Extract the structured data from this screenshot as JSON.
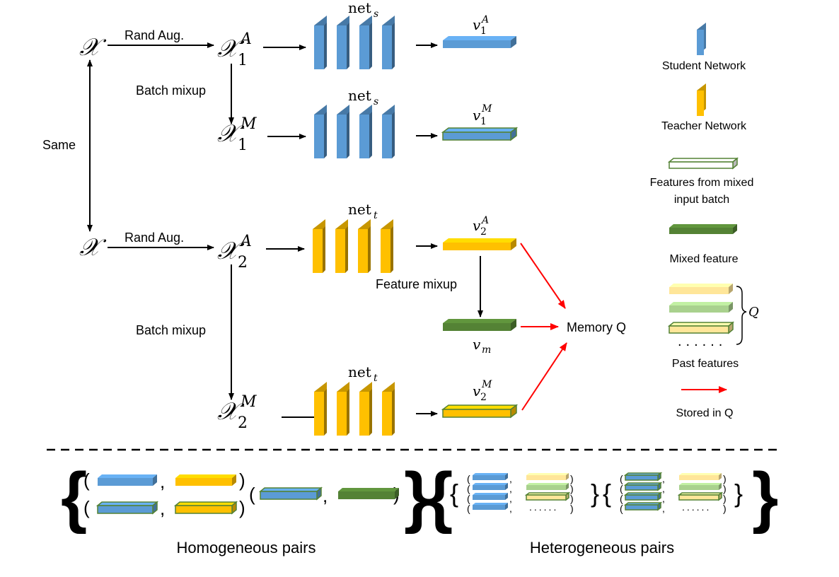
{
  "colors": {
    "student": "#5b9bd5",
    "student_dark": "#2e75b6",
    "teacher": "#ffc000",
    "teacher_dark": "#c89400",
    "mixed": "#548235",
    "mixed_border": "#548235",
    "red_arrow": "#ff0000",
    "pale_yellow": "#ffe699",
    "pale_green": "#a9d18e"
  },
  "inputs": {
    "x_top": "𝒳",
    "x_bottom": "𝒳",
    "x1a": "𝒳",
    "x1a_sup": "A",
    "x1a_sub": "1",
    "x1m": "𝒳",
    "x1m_sup": "M",
    "x1m_sub": "1",
    "x2a": "𝒳",
    "x2a_sup": "A",
    "x2a_sub": "2",
    "x2m": "𝒳",
    "x2m_sup": "M",
    "x2m_sub": "2"
  },
  "edges": {
    "rand_aug_top": "Rand Aug.",
    "rand_aug_bottom": "Rand Aug.",
    "batch_mixup_top": "Batch mixup",
    "batch_mixup_bottom": "Batch mixup",
    "same": "Same",
    "feature_mixup": "Feature mixup",
    "memory": "Memory Q"
  },
  "nets": {
    "s1": "net",
    "s1_sub": "s",
    "s2": "net",
    "s2_sub": "s",
    "t1": "net",
    "t1_sub": "t",
    "t2": "net",
    "t2_sub": "t"
  },
  "features": {
    "v1a": "v",
    "v1a_sup": "A",
    "v1a_sub": "1",
    "v1m": "v",
    "v1m_sup": "M",
    "v1m_sub": "1",
    "v2a": "v",
    "v2a_sup": "A",
    "v2a_sub": "2",
    "vm": "v",
    "vm_sub": "m",
    "v2m": "v",
    "v2m_sup": "M",
    "v2m_sub": "2"
  },
  "legend": {
    "student": "Student Network",
    "teacher": "Teacher Network",
    "features_mixed_line1": "Features from mixed",
    "features_mixed_line2": "input batch",
    "mixed_feature": "Mixed feature",
    "q_label": "Q",
    "past_features": "Past features",
    "stored_in_q": "Stored in Q"
  },
  "bottom": {
    "homogeneous": "Homogeneous pairs",
    "heterogeneous": "Heterogeneous pairs",
    "dots": "......",
    "dots2": "......"
  }
}
